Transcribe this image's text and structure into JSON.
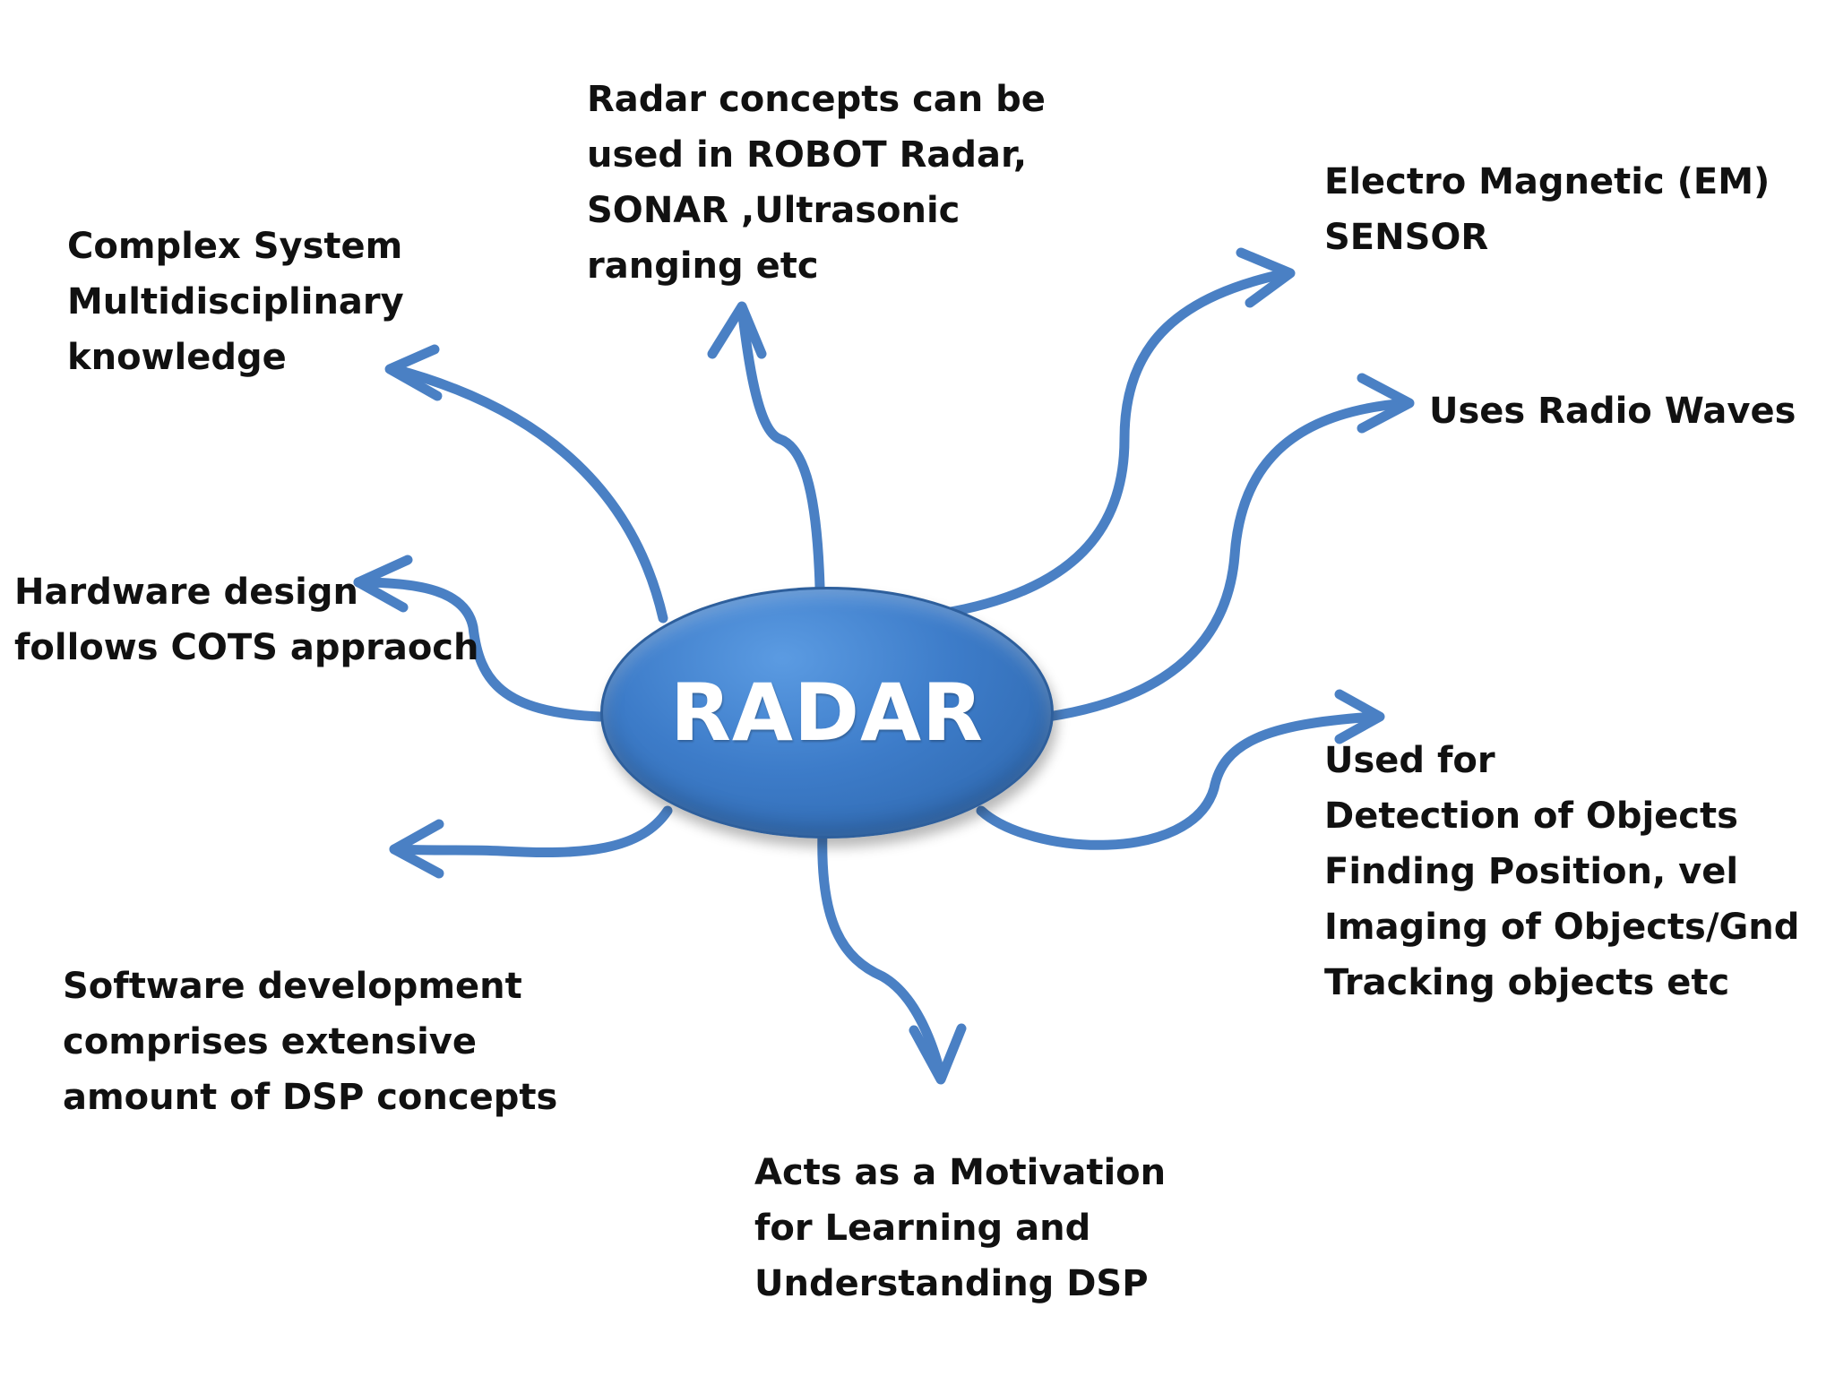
{
  "diagram": {
    "center": {
      "label": "RADAR"
    },
    "colors": {
      "arrow": "#4a80c4",
      "center_fill": "#3d7cc9",
      "text": "#111111"
    },
    "branches": [
      {
        "id": "robot",
        "lines": [
          "Radar concepts can be",
          "used in ROBOT Radar,",
          "SONAR ,Ultrasonic",
          "ranging etc"
        ]
      },
      {
        "id": "complex",
        "lines": [
          "Complex System",
          "Multidisciplinary",
          "knowledge"
        ]
      },
      {
        "id": "em",
        "lines": [
          "Electro Magnetic (EM)",
          "SENSOR"
        ]
      },
      {
        "id": "radio",
        "lines": [
          "Uses Radio Waves"
        ]
      },
      {
        "id": "hardware",
        "lines": [
          "Hardware design",
          "follows COTS appraoch"
        ]
      },
      {
        "id": "used",
        "lines": [
          "Used for",
          "Detection of Objects",
          "Finding Position,  vel",
          "Imaging of Objects/Gnd",
          "Tracking objects etc"
        ]
      },
      {
        "id": "software",
        "lines": [
          "Software development",
          "comprises extensive",
          "amount of DSP concepts"
        ]
      },
      {
        "id": "motivation",
        "lines": [
          "Acts as a Motivation",
          "for Learning and",
          "Understanding DSP"
        ]
      }
    ]
  }
}
